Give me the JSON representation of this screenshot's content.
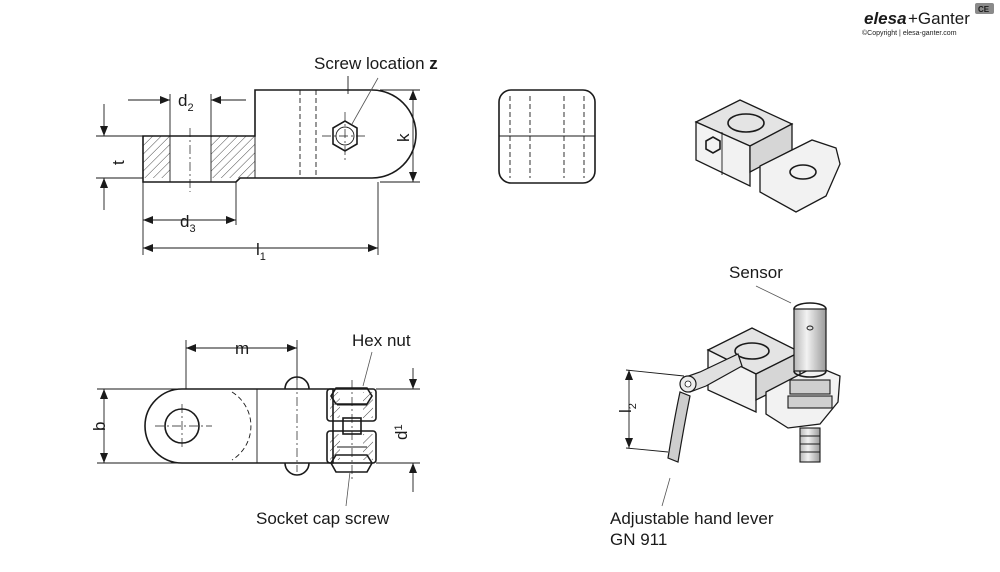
{
  "brand": {
    "name_part1": "elesa",
    "name_part2": "+Ganter",
    "copyright": "©Copyright | elesa-ganter.com",
    "badge": "CE"
  },
  "dimensions": {
    "d2": {
      "base": "d",
      "sub": "2"
    },
    "d3": {
      "base": "d",
      "sub": "3"
    },
    "l1": {
      "base": "l",
      "sub": "1"
    },
    "l2": {
      "base": "l",
      "sub": "2"
    },
    "d1": {
      "base": "d",
      "sub": "1"
    },
    "t": "t",
    "k": "k",
    "m": "m",
    "b": "b"
  },
  "callouts": {
    "screw_location_text": "Screw location",
    "screw_location_var": "z",
    "hex_nut": "Hex nut",
    "socket_cap_screw": "Socket cap screw",
    "sensor": "Sensor",
    "hand_lever_line1": "Adjustable hand lever",
    "hand_lever_line2": "GN 911"
  }
}
